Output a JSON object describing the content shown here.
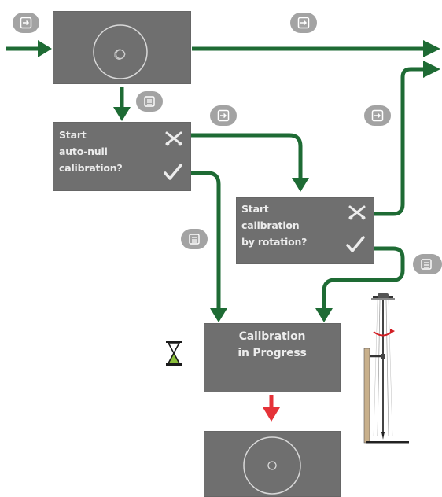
{
  "diagram": {
    "start_prompt": {
      "lines": [
        "Start",
        "auto-null",
        "calibration?"
      ],
      "cancel_icon": "cross-icon",
      "confirm_icon": "checkmark-icon"
    },
    "rotation_prompt": {
      "lines": [
        "Start",
        "calibration",
        "by rotation?"
      ],
      "cancel_icon": "cross-icon",
      "confirm_icon": "checkmark-icon"
    },
    "progress_screen": {
      "lines": [
        "Calibration",
        "in Progress"
      ],
      "wait_icon": "hourglass-icon"
    },
    "icons": {
      "top_screen": "bubble-level-icon",
      "bottom_screen": "bubble-level-centered-icon",
      "enter_badge": "enter-key-icon",
      "save_badge": "save-icon",
      "instrument": "surveying-pole-rotation-icon"
    },
    "colors": {
      "flow_arrow": "#1e6b34",
      "progress_arrow": "#e53238",
      "screen": "#6f6f6f",
      "badge": "#a3a3a3"
    }
  }
}
